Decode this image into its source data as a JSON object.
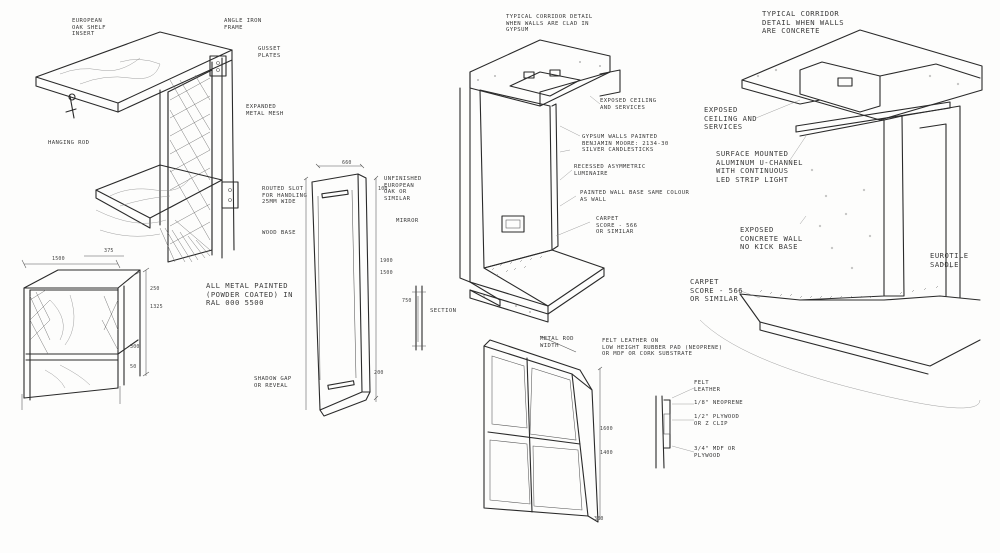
{
  "labels": {
    "shelf_top": "European\noak shelf\ninsert",
    "angle_frame": "Angle iron\nframe",
    "gusset": "Gusset\nplates",
    "expanded_mesh": "Expanded\nmetal mesh",
    "hanging_rod": "Hanging rod",
    "metal_painted": "All metal painted\n(powder coated) in\nRAL 000 5500",
    "wood_base": "Wood base",
    "routed_slot": "Routed slot\nfor handling\n25mm wide",
    "unfinished_oak": "Unfinished\nEuropean\noak or\nsimilar",
    "mirror": "Mirror",
    "shadow_gap": "Shadow gap\nor reveal",
    "section": "Section",
    "corridor_gypsum_title": "Typical corridor detail\nwhen walls are clad in\ngypsum",
    "exposed_ceiling_1": "Exposed ceiling\nand services",
    "gypsum_walls": "Gypsum walls painted\nBenjamin Moore: 2134-30\nsilver candlesticks",
    "recessed_luminaire": "Recessed asymmetric\nluminaire",
    "wall_base": "Painted wall base same colour\nas wall",
    "carpet_1": "Carpet\nScore - 566\nor similar",
    "corridor_concrete_title": "Typical corridor\ndetail when walls\nare concrete",
    "exposed_ceiling_2": "Exposed\nceiling and\nservices",
    "surface_channel": "Surface mounted\naluminum u-channel\nwith continuous\nLED strip light",
    "concrete_wall": "Exposed\nconcrete wall\nno kick base",
    "carpet_2": "Carpet\nScore - 566\nor similar",
    "eurotile": "Eurotile\nsaddle",
    "metal_rod_width": "Metal rod\nwidth",
    "felt_leather": "Felt leather on\nlow height rubber pad (neoprene)\nor mdf or cork substrate",
    "felt_leather_2": "Felt\nleather",
    "neoprene": "1/8\" neoprene",
    "plywood_clip": "1/2\" plywood\nor z clip",
    "mdf": "3/4\" mdf or\nplywood"
  },
  "dims": {
    "d1500": "1500",
    "d375": "375",
    "d1325": "1325",
    "d250": "250",
    "d660": "660",
    "d1900": "1900",
    "d1500b": "1500",
    "d1600": "1600",
    "d1400": "1400",
    "d300": "300",
    "d750": "750",
    "d300b": "300",
    "d50": "50",
    "d200": "200",
    "d100": "100"
  }
}
